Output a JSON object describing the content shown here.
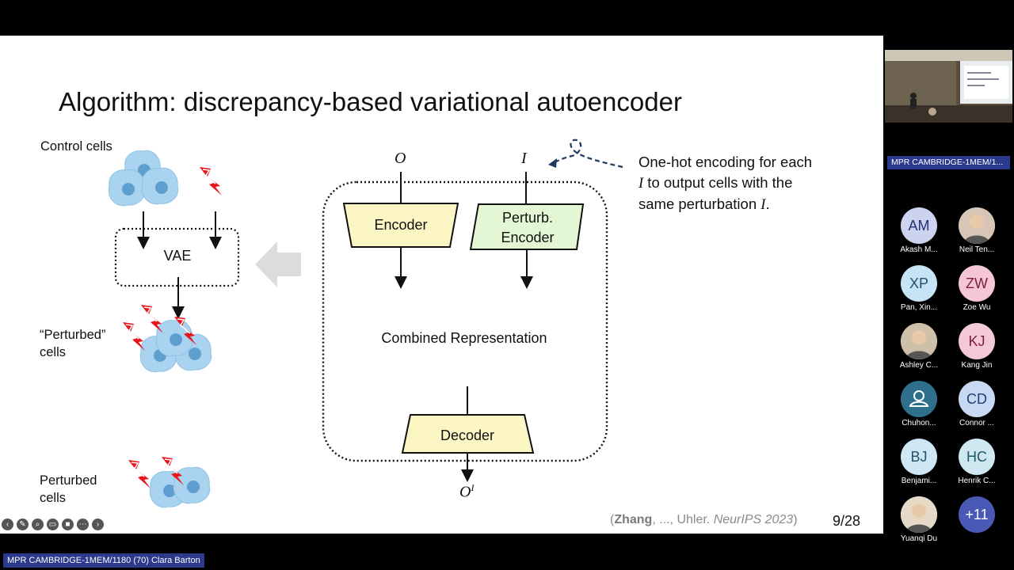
{
  "slide": {
    "title": "Algorithm: discrepancy-based variational autoencoder",
    "control_cells_label": "Control cells",
    "vae_label": "VAE",
    "perturbed_quoted_line1": "“Perturbed”",
    "perturbed_quoted_line2": "cells",
    "perturbed_line1": "Perturbed",
    "perturbed_line2": "cells",
    "input_o": "O",
    "input_i": "I",
    "encoder_label": "Encoder",
    "perturb_encoder_line1": "Perturb.",
    "perturb_encoder_line2": "Encoder",
    "combined_label": "Combined Representation",
    "decoder_label": "Decoder",
    "output_base": "O",
    "output_sup": "I",
    "note": {
      "line1": "One-hot encoding for each",
      "line2_var": "I",
      "line2_rest": " to output cells with the",
      "line3_pre": "same perturbation ",
      "line3_var": "I",
      "line3_post": "."
    },
    "citation": {
      "open": "(",
      "author": "Zhang",
      "middle": ", ..., Uhler. ",
      "venue": "NeurIPS 2023",
      "close": ")"
    },
    "page_number": "9/28",
    "colors": {
      "encoder_fill": "#fbf6c4",
      "perturb_fill": "#e3f7d4",
      "lightning": "#e8161b",
      "cell_fill": "#a9d3ef",
      "note_arrow": "#1f3a60"
    }
  },
  "toolbar": {
    "icons": [
      "back-icon",
      "pen-icon",
      "zoom-icon",
      "captions-icon",
      "camera-icon",
      "more-icon",
      "forward-icon"
    ]
  },
  "sidebar": {
    "room_label": "MPR CAMBRIDGE-1MEM/1...",
    "participants": [
      {
        "initials": "AM",
        "name": "Akash M...",
        "bg": "#ccd3ee",
        "fg": "#25307a"
      },
      {
        "initials": "",
        "name": "Neil Ten...",
        "bg": "#d7c6b5",
        "fg": "#000",
        "photo": true
      },
      {
        "initials": "XP",
        "name": "Pan, Xin...",
        "bg": "#c6e4f5",
        "fg": "#20506e"
      },
      {
        "initials": "ZW",
        "name": "Zoe Wu",
        "bg": "#f5c7d4",
        "fg": "#7b1c3a"
      },
      {
        "initials": "",
        "name": "Ashley C...",
        "bg": "#cdbfa8",
        "fg": "#000",
        "photo": true
      },
      {
        "initials": "KJ",
        "name": "Kang Jin",
        "bg": "#f3c9d6",
        "fg": "#7b1c3a"
      },
      {
        "initials": "",
        "name": "Chuhon...",
        "bg": "#2e6f8c",
        "fg": "#fff",
        "person_icon": true
      },
      {
        "initials": "CD",
        "name": "Connor ...",
        "bg": "#c8d9f3",
        "fg": "#1f3e78"
      },
      {
        "initials": "BJ",
        "name": "Benjami...",
        "bg": "#cfe7f3",
        "fg": "#1d546e"
      },
      {
        "initials": "HC",
        "name": "Henrik C...",
        "bg": "#cfe7f1",
        "fg": "#1d5a6a"
      },
      {
        "initials": "",
        "name": "Yuanqi Du",
        "bg": "#e7d9c8",
        "fg": "#000",
        "photo": true
      },
      {
        "initials": "+11",
        "name": "",
        "bg": "#4a58b6",
        "fg": "#fff"
      }
    ]
  },
  "bottom_label": "MPR CAMBRIDGE-1MEM/1180 (70) Clara Barton"
}
